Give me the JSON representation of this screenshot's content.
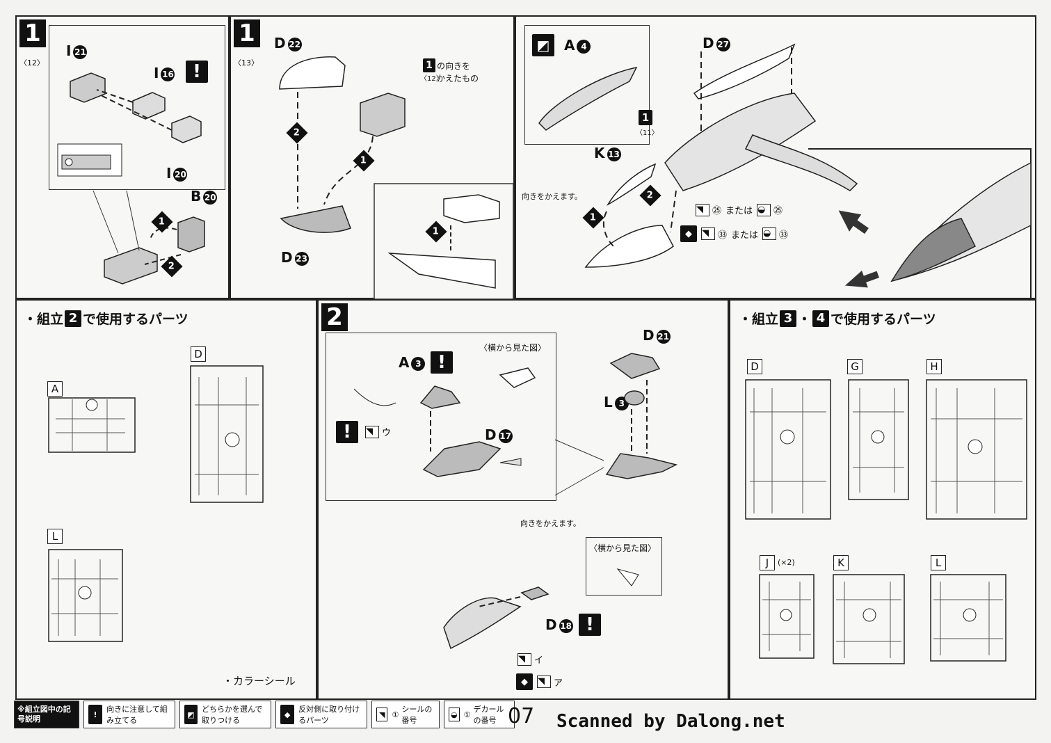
{
  "page_number": "07",
  "watermark": "Scanned by Dalong.net",
  "step1a": {
    "step": "1",
    "ref": "〈12〉",
    "parts": [
      "I",
      "21",
      "I",
      "16",
      "I",
      "20",
      "B",
      "20"
    ]
  },
  "step1b": {
    "step": "1",
    "ref": "〈13〉",
    "parts": [
      "D",
      "22",
      "D",
      "23"
    ],
    "note_line1": "の向きを",
    "note_line2": "かえたもの",
    "note_ref": "〈12〉"
  },
  "step1c": {
    "parts": [
      "A",
      "4",
      "D",
      "27",
      "K",
      "13"
    ],
    "ref_step": "1",
    "ref": "〈11〉",
    "turn_note": "向きをかえます。",
    "sticker1": "㉕",
    "or_text": "または",
    "decal1": "㉕",
    "sticker2": "㉝",
    "decal2": "㉝"
  },
  "parts_used_2": {
    "prefix": "・組立",
    "step": "2",
    "suffix": "で使用するパーツ",
    "runners": [
      "A",
      "D",
      "L"
    ],
    "color_seal": "・カラーシール"
  },
  "step2": {
    "step": "2",
    "parts": [
      "A",
      "3",
      "D",
      "21",
      "L",
      "3",
      "D",
      "17",
      "D",
      "18"
    ],
    "side_view": "〈横から見た図〉",
    "sticker_u": "ウ",
    "sticker_i": "イ",
    "sticker_a": "ア",
    "turn_note": "向きをかえます。"
  },
  "parts_used_34": {
    "prefix": "・組立",
    "step_a": "3",
    "dot": "・",
    "step_b": "4",
    "suffix": "で使用するパーツ",
    "runners": [
      "D",
      "G",
      "H",
      "J",
      "K",
      "L"
    ],
    "j_count": "(×2)"
  },
  "legend": {
    "title": "※組立図中の記号説明",
    "items": [
      {
        "icon": "exclamation-icon",
        "text": "向きに注意して組み立てる"
      },
      {
        "icon": "choice-icon",
        "text": "どちらかを選んで取りつける"
      },
      {
        "icon": "mirror-icon",
        "text": "反対側に取り付けるパーツ"
      },
      {
        "icon": "sticker-icon",
        "num": "①",
        "text": "シールの番号"
      },
      {
        "icon": "decal-icon",
        "num": "①",
        "text": "デカールの番号"
      }
    ]
  }
}
